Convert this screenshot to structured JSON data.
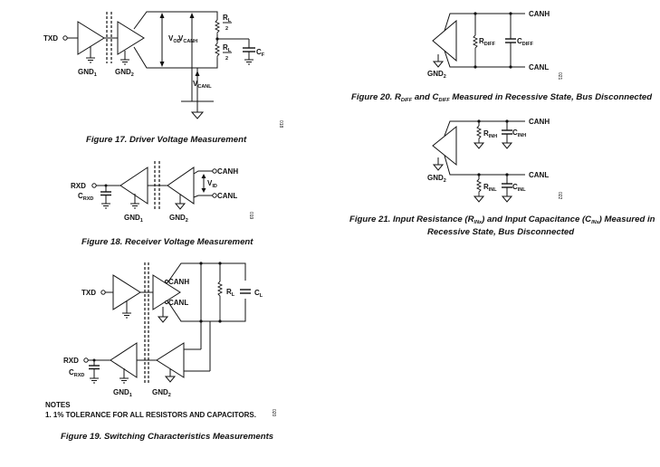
{
  "fig17": {
    "caption": "Figure 17. Driver Voltage Measurement",
    "txd": "TXD",
    "gnd1": "GND",
    "gnd1_sub": "1",
    "gnd2": "GND",
    "gnd2_sub": "2",
    "vod": "V",
    "vod_sub": "OD",
    "vcanh": "V",
    "vcanh_sub": "CANH",
    "vcanl": "V",
    "vcanl_sub": "CANL",
    "rl_top_num": "R",
    "rl_top_sub": "L",
    "rl_top_den": "2",
    "rl_bot_num": "R",
    "rl_bot_sub": "L",
    "rl_bot_den": "2",
    "cf": "C",
    "cf_sub": "F",
    "code": "018"
  },
  "fig18": {
    "caption": "Figure 18. Receiver Voltage Measurement",
    "rxd": "RXD",
    "crxd": "C",
    "crxd_sub": "RXD",
    "canh": "CANH",
    "canl": "CANL",
    "vid": "V",
    "vid_sub": "ID",
    "gnd1": "GND",
    "gnd1_sub": "1",
    "gnd2": "GND",
    "gnd2_sub": "2",
    "code": "019"
  },
  "fig19": {
    "caption": "Figure 19. Switching Characteristics Measurements",
    "txd": "TXD",
    "rxd": "RXD",
    "crxd": "C",
    "crxd_sub": "RXD",
    "canh": "CANH",
    "canl": "CANL",
    "rl": "R",
    "rl_sub": "L",
    "cl": "C",
    "cl_sub": "L",
    "gnd1": "GND",
    "gnd1_sub": "1",
    "gnd2": "GND",
    "gnd2_sub": "2",
    "notes_title": "NOTES",
    "notes_line": "1. 1% TOLERANCE FOR ALL RESISTORS AND CAPACITORS.",
    "code": "020"
  },
  "fig20": {
    "caption_a": "Figure 20. R",
    "caption_a_sub": "DIFF",
    "caption_b": " and C",
    "caption_b_sub": "DIFF",
    "caption_c": " Measured in Recessive State, Bus Disconnected",
    "canh": "CANH",
    "canl": "CANL",
    "rdiff": "R",
    "rdiff_sub": "DIFF",
    "cdiff": "C",
    "cdiff_sub": "DIFF",
    "gnd2": "GND",
    "gnd2_sub": "2",
    "code": "021"
  },
  "fig21": {
    "caption_a": "Figure 21. Input Resistance (R",
    "caption_a_sub": "INx",
    "caption_b": ") and Input Capacitance (C",
    "caption_b_sub": "INx",
    "caption_c": ") Measured in",
    "caption_line2": "Recessive State, Bus Disconnected",
    "canh": "CANH",
    "canl": "CANL",
    "rinh": "R",
    "rinh_sub": "INH",
    "cinh": "C",
    "cinh_sub": "INH",
    "rinl": "R",
    "rinl_sub": "INL",
    "cinl": "C",
    "cinl_sub": "INL",
    "gnd2": "GND",
    "gnd2_sub": "2",
    "code": "022"
  }
}
